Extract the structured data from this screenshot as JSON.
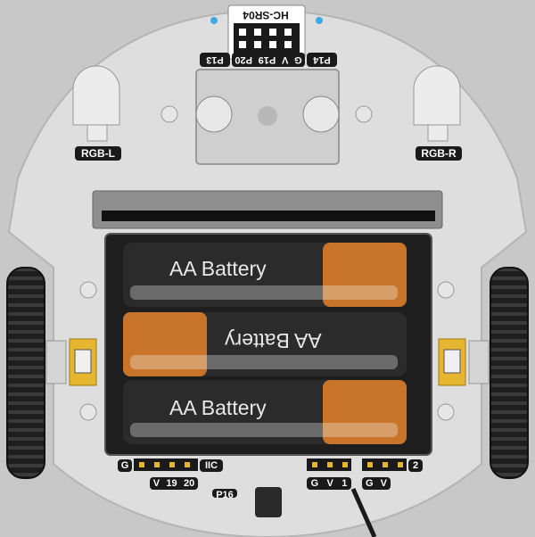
{
  "sensor": {
    "title": "HC-SR04",
    "pins": {
      "left": "P13",
      "g": "G",
      "v": "V",
      "p19": "P19",
      "p20": "P20",
      "right": "P14"
    }
  },
  "leds": {
    "left": "RGB-L",
    "right": "RGB-R"
  },
  "batteries": [
    {
      "label": "AA Battery",
      "orientation": "normal"
    },
    {
      "label": "AA Battery",
      "orientation": "reversed"
    },
    {
      "label": "AA Battery",
      "orientation": "normal"
    }
  ],
  "headers": {
    "left_top": {
      "g": "G",
      "iic": "IIC"
    },
    "left_bottom": {
      "v": "V",
      "p19": "19",
      "p20": "20"
    },
    "right_a": {
      "g": "G",
      "v": "V",
      "num": "1"
    },
    "right_b": {
      "g": "G",
      "v": "V",
      "num": "2"
    },
    "partial": "P16"
  },
  "colors": {
    "board": "#e2e2e2",
    "battery_body": "#2b2b2b",
    "battery_cap": "#c8742a",
    "led_blue": "#3fa9e6",
    "label_bg": "#1a1a1a"
  }
}
